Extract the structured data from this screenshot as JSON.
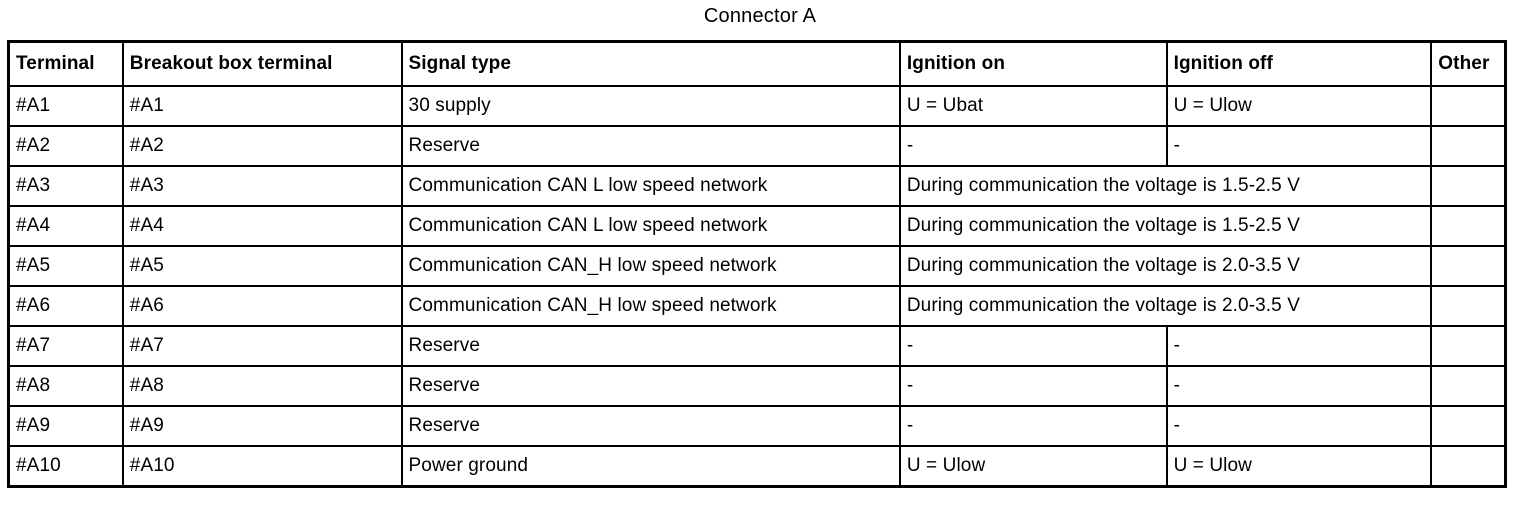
{
  "title": "Connector A",
  "table": {
    "columns": [
      {
        "label": "Terminal"
      },
      {
        "label": "Breakout box terminal"
      },
      {
        "label": "Signal type"
      },
      {
        "label": "Ignition on"
      },
      {
        "label": "Ignition off"
      },
      {
        "label": "Other"
      }
    ],
    "rows": [
      {
        "cells": [
          {
            "text": "#A1"
          },
          {
            "text": "#A1"
          },
          {
            "text": "30 supply"
          },
          {
            "text": "U = Ubat"
          },
          {
            "text": "U = Ulow"
          },
          {
            "text": ""
          }
        ]
      },
      {
        "cells": [
          {
            "text": "#A2"
          },
          {
            "text": "#A2"
          },
          {
            "text": "Reserve"
          },
          {
            "text": "-"
          },
          {
            "text": "-"
          },
          {
            "text": ""
          }
        ]
      },
      {
        "cells": [
          {
            "text": "#A3"
          },
          {
            "text": "#A3"
          },
          {
            "text": "Communication CAN L low speed network"
          },
          {
            "text": "During communication the voltage is 1.5-2.5 V",
            "colspan": 2
          },
          {
            "text": ""
          }
        ]
      },
      {
        "cells": [
          {
            "text": "#A4"
          },
          {
            "text": "#A4"
          },
          {
            "text": "Communication CAN L low speed network"
          },
          {
            "text": "During communication the voltage is 1.5-2.5 V",
            "colspan": 2
          },
          {
            "text": ""
          }
        ]
      },
      {
        "cells": [
          {
            "text": "#A5"
          },
          {
            "text": "#A5"
          },
          {
            "text": "Communication CAN_H low speed network"
          },
          {
            "text": "During communication the voltage is 2.0-3.5 V",
            "colspan": 2
          },
          {
            "text": ""
          }
        ]
      },
      {
        "cells": [
          {
            "text": "#A6"
          },
          {
            "text": "#A6"
          },
          {
            "text": "Communication CAN_H low speed network"
          },
          {
            "text": "During communication the voltage is 2.0-3.5 V",
            "colspan": 2
          },
          {
            "text": ""
          }
        ]
      },
      {
        "cells": [
          {
            "text": "#A7"
          },
          {
            "text": "#A7"
          },
          {
            "text": "Reserve"
          },
          {
            "text": "-"
          },
          {
            "text": "-"
          },
          {
            "text": ""
          }
        ]
      },
      {
        "cells": [
          {
            "text": "#A8"
          },
          {
            "text": "#A8"
          },
          {
            "text": "Reserve"
          },
          {
            "text": "-"
          },
          {
            "text": "-"
          },
          {
            "text": ""
          }
        ]
      },
      {
        "cells": [
          {
            "text": "#A9"
          },
          {
            "text": "#A9"
          },
          {
            "text": "Reserve"
          },
          {
            "text": "-"
          },
          {
            "text": "-"
          },
          {
            "text": ""
          }
        ]
      },
      {
        "cells": [
          {
            "text": "#A10"
          },
          {
            "text": "#A10"
          },
          {
            "text": "Power ground"
          },
          {
            "text": "U = Ulow"
          },
          {
            "text": "U = Ulow"
          },
          {
            "text": ""
          }
        ]
      }
    ]
  }
}
